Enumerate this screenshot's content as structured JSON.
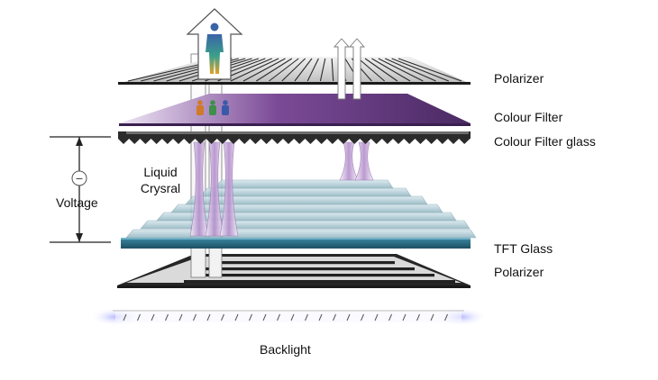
{
  "labels": {
    "polarizer_top": "Polarizer",
    "colour_filter": "Colour Filter",
    "colour_filter_glass": "Colour Filter glass",
    "liquid_line1": "Liquid",
    "liquid_line2": "Crysral",
    "voltage": "Voltage",
    "tft_glass": "TFT Glass",
    "polarizer_bottom": "Polarizer",
    "backlight": "Backlight"
  },
  "voltage_symbol": "−",
  "colors": {
    "layer_dark": "#1e1e1e",
    "polarizer_face": "#cfcfcf",
    "colour_filter": "#7d4d9a",
    "lc_layers": "#a7c5cf",
    "tft_glass": "#2f6f86",
    "backlight_glow": "#b9bcff",
    "person_top": "#3a64a8",
    "person_bottom": "#e0a22a"
  },
  "icons": [
    "person-icon",
    "up-arrow-icon",
    "voltage-source-icon"
  ]
}
